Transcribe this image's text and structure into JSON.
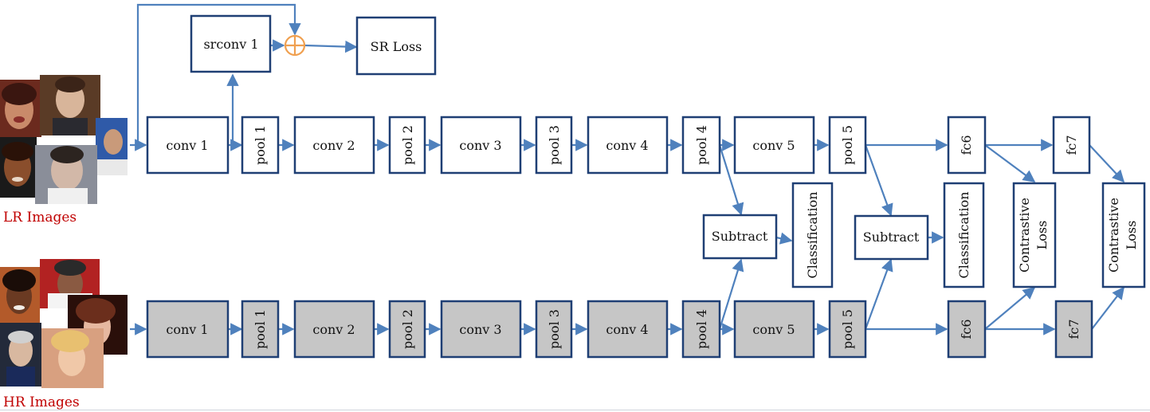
{
  "top_row": {
    "conv1": "conv 1",
    "pool1": "pool 1",
    "conv2": "conv 2",
    "pool2": "pool 2",
    "conv3": "conv 3",
    "pool3": "pool 3",
    "conv4": "conv 4",
    "pool4": "pool 4",
    "conv5": "conv 5",
    "pool5": "pool 5",
    "fc6": "fc6",
    "fc7": "fc7"
  },
  "bottom_row": {
    "conv1": "conv 1",
    "pool1": "pool 1",
    "conv2": "conv 2",
    "pool2": "pool 2",
    "conv3": "conv 3",
    "pool3": "pool 3",
    "conv4": "conv 4",
    "pool4": "pool 4",
    "conv5": "conv 5",
    "pool5": "pool 5",
    "fc6": "fc6",
    "fc7": "fc7"
  },
  "sr_branch": {
    "srconv": "srconv 1",
    "loss": "SR Loss"
  },
  "middle": {
    "subtract1": "Subtract",
    "subtract2": "Subtract",
    "classification1": "Classification",
    "classification2": "Classification",
    "contrastive1": [
      "Contrastive",
      "Loss"
    ],
    "contrastive2": [
      "Contrastive",
      "Loss"
    ]
  },
  "images": {
    "lr_label": "LR Images",
    "hr_label": "HR Images",
    "caption_color": "#c00000"
  },
  "colors": {
    "edge": "#4f81bd",
    "box_border": "#1f3f74",
    "gray_fill": "#c6c6c6",
    "sum_node": "#f0a050"
  }
}
